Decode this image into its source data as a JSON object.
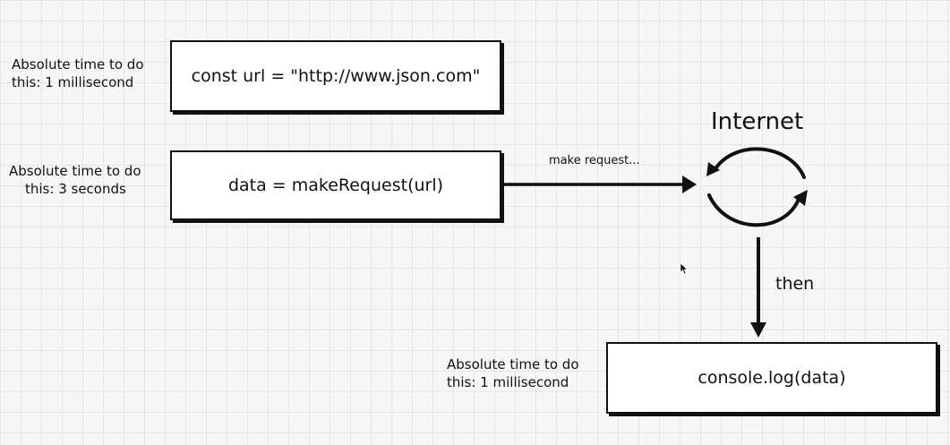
{
  "steps": [
    {
      "note_line1": "Absolute time to do",
      "note_line2": "this: 1 millisecond",
      "code": "const url = \"http://www.json.com\""
    },
    {
      "note_line1": "Absolute time to do",
      "note_line2": "this: 3 seconds",
      "code": "data = makeRequest(url)"
    },
    {
      "note_line1": "Absolute time to do",
      "note_line2": "this: 1 millisecond",
      "code": "console.log(data)"
    }
  ],
  "internet_label": "Internet",
  "request_label": "make request...",
  "then_label": "then",
  "icons": {
    "cycle": "cycle-arrows-icon",
    "cursor": "mouse-cursor-icon"
  }
}
